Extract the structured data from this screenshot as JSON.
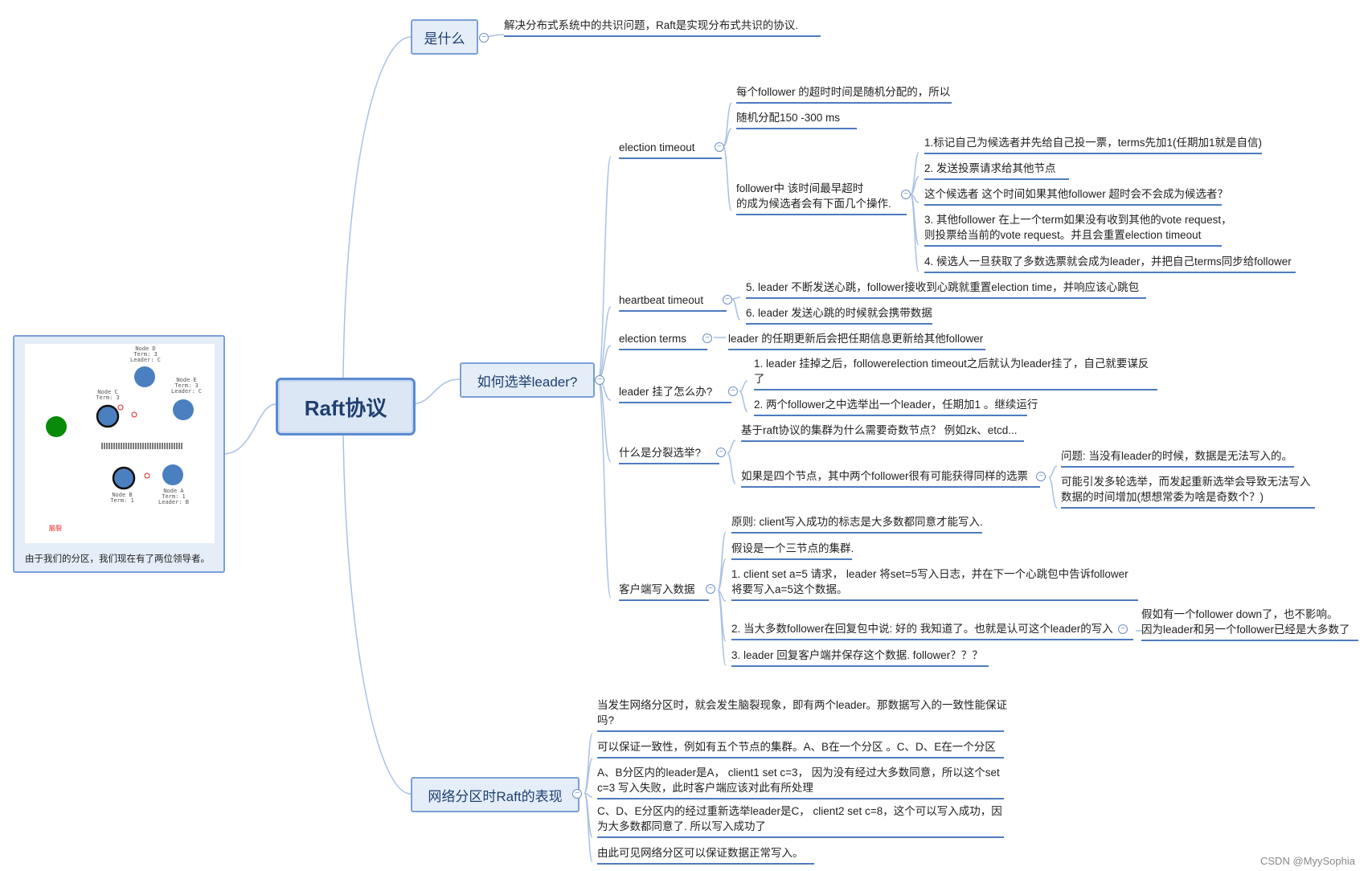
{
  "root": {
    "label": "Raft协议"
  },
  "topics": {
    "what": "是什么",
    "elect": "如何选举leader?",
    "partition": "网络分区时Raft的表现"
  },
  "what": {
    "desc": "解决分布式系统中的共识问题，Raft是实现分布式共识的协议."
  },
  "elect": {
    "election_timeout": {
      "label": "election timeout",
      "c1": "每个follower 的超时时间是随机分配的，所以",
      "c2": "随机分配150 -300 ms",
      "c3_line1": "follower中 该时间最早超时",
      "c3_line2": "的成为候选者会有下面几个操作.",
      "ops": [
        "1.标记自己为候选者并先给自己投一票，terms先加1(任期加1就是自信)",
        "2. 发送投票请求给其他节点",
        "这个候选者 这个时间如果其他follower 超时会不会成为候选者？",
        "3. 其他follower 在上一个term如果没有收到其他的vote request，",
        "则投票给当前的vote request。并且会重置election timeout",
        "4. 候选人一旦获取了多数选票就会成为leader，并把自己terms同步给follower"
      ]
    },
    "heartbeat": {
      "label": "heartbeat timeout",
      "c1": "5. leader 不断发送心跳，follower接收到心跳就重置election time，并响应该心跳包",
      "c2": "6. leader 发送心跳的时候就会携带数据"
    },
    "terms": {
      "label": "election terms",
      "c1": "leader 的任期更新后会把任期信息更新给其他follower"
    },
    "leader_down": {
      "label": "leader 挂了怎么办?",
      "c1_line1": "1. leader 挂掉之后，followerelection timeout之后就认为leader挂了，自己就要谋反",
      "c1_line2": "了",
      "c2": "2. 两个follower之中选举出一个leader，任期加1 。继续运行"
    },
    "split": {
      "label": "什么是分裂选举?",
      "c1": "基于raft协议的集群为什么需要奇数节点？ 例如zk、etcd...",
      "c2": "如果是四个节点，其中两个follower很有可能获得同样的选票",
      "q": "问题: 当没有leader的时候，数据是无法写入的。",
      "a_line1": "可能引发多轮选举，而发起重新选举会导致无法写入",
      "a_line2": "数据的时间增加(想想常委为啥是奇数个？)"
    },
    "client_write": {
      "label": "客户端写入数据",
      "c1": "原则: client写入成功的标志是大多数都同意才能写入.",
      "c2": "假设是一个三节点的集群.",
      "c3_line1": "1. client set a=5 请求， leader 将set=5写入日志，并在下一个心跳包中告诉follower",
      "c3_line2": "将要写入a=5这个数据。",
      "c4": "2. 当大多数follower在回复包中说: 好的 我知道了。也就是认可这个leader的写入",
      "c4_note_line1": "假如有一个follower down了，也不影响。",
      "c4_note_line2": "因为leader和另一个follower已经是大多数了",
      "c5": "3. leader 回复客户端并保存这个数据. follower？？？"
    }
  },
  "partition": {
    "p1_line1": "当发生网络分区时，就会发生脑裂现象，即有两个leader。那数据写入的一致性能保证",
    "p1_line2": "吗?",
    "p2": "可以保证一致性，例如有五个节点的集群。A、B在一个分区 。C、D、E在一个分区",
    "p3_line1": "A、B分区内的leader是A， client1 set c=3， 因为没有经过大多数同意，所以这个set",
    "p3_line2": "c=3 写入失败，此时客户端应该对此有所处理",
    "p4_line1": "C、D、E分区内的经过重新选举leader是C， client2 set c=8，这个可以写入成功，因",
    "p4_line2": "为大多数都同意了. 所以写入成功了",
    "p5": "由此可见网络分区可以保证数据正常写入。"
  },
  "image_card": {
    "caption": "由于我们的分区，我们现在有了两位领导者。",
    "nodes": {
      "d": [
        "Node D",
        "Term: 3",
        "Leader: C"
      ],
      "e": [
        "Node E",
        "Term: 3",
        "Leader: C"
      ],
      "c": [
        "Node C",
        "Term: 3"
      ],
      "b": [
        "Node B",
        "Term: 1"
      ],
      "a": [
        "Node A",
        "Term: 1",
        "Leader: B"
      ]
    },
    "red_label": "脑裂"
  },
  "watermark": "CSDN @MyySophia",
  "colors": {
    "line": "#4e7bbf",
    "branch": "#a9c1e4",
    "node_fill": "#4a7fc0",
    "green": "#0a8a0a",
    "red": "#e02020"
  }
}
